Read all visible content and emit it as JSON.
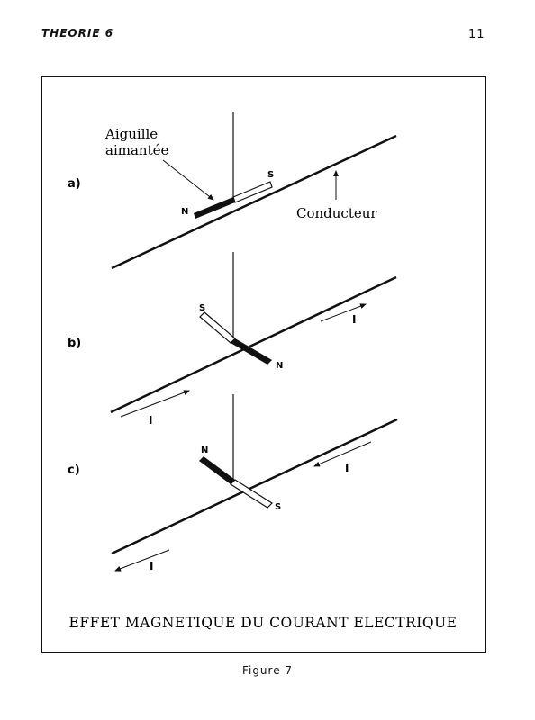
{
  "page": {
    "header_left": "THEORIE 6",
    "page_number": "11",
    "caption": "Figure 7"
  },
  "figure": {
    "title": "EFFET MAGNETIQUE DU COURANT ELECTRIQUE",
    "panel_a": {
      "label": "a)",
      "needle_label_line1": "Aiguille",
      "needle_label_line2": "aimantée",
      "conductor_label": "Conducteur",
      "pole_n": "N",
      "pole_s": "S"
    },
    "panel_b": {
      "label": "b)",
      "pole_n": "N",
      "pole_s": "S",
      "current_top": "I",
      "current_bottom": "I"
    },
    "panel_c": {
      "label": "c)",
      "pole_n": "N",
      "pole_s": "S",
      "current_top": "I",
      "current_bottom": "I"
    }
  }
}
